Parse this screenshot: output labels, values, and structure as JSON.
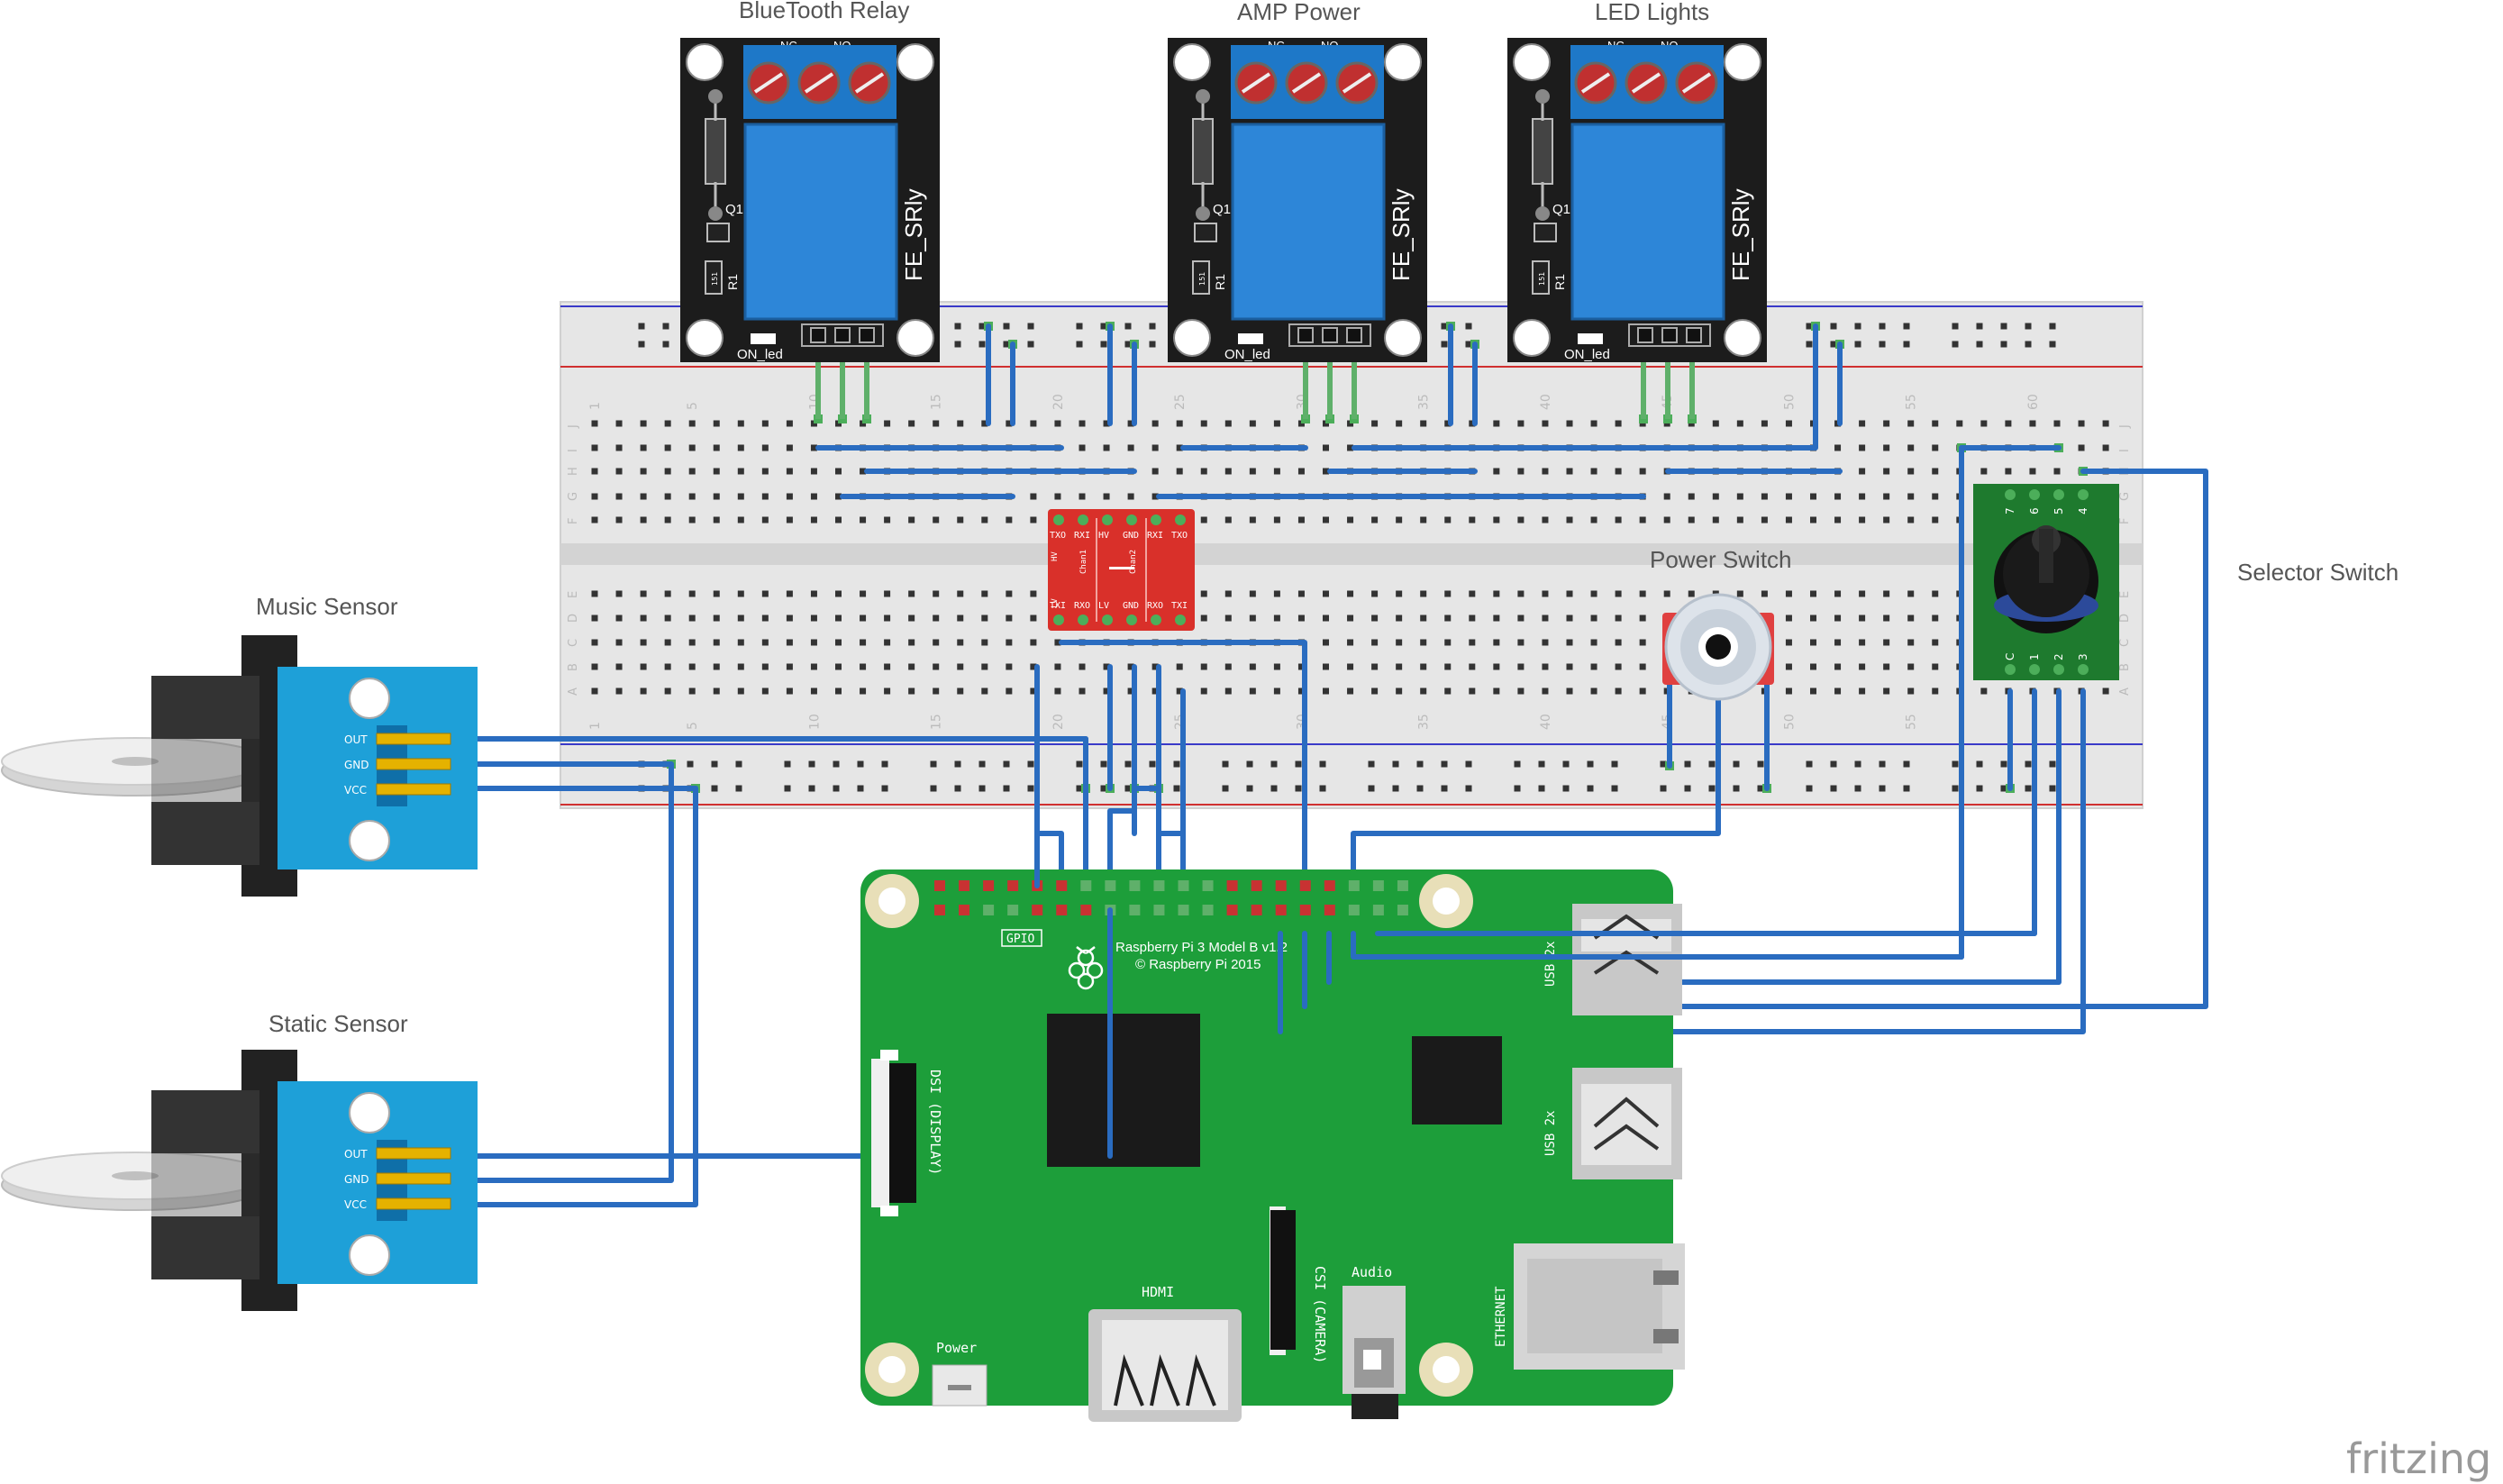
{
  "labels": {
    "bluetooth_relay": "BlueTooth Relay",
    "amp_power": "AMP Power",
    "led_lights": "LED Lights",
    "music_sensor": "Music Sensor",
    "static_sensor": "Static Sensor",
    "power_switch": "Power Switch",
    "selector_switch": "Selector Switch",
    "watermark": "fritzing"
  },
  "relay": {
    "model": "FE_SRly",
    "nc": "NC",
    "no": "NO",
    "q1": "Q1",
    "r1": "R1",
    "r_val": "151",
    "led": "ON_led"
  },
  "sensor_pins": [
    "OUT",
    "GND",
    "VCC"
  ],
  "level_shifter": {
    "top": [
      "TXO",
      "RXI",
      "HV",
      "GND",
      "RXI",
      "TXO"
    ],
    "bottom": [
      "TXI",
      "RXO",
      "LV",
      "GND",
      "RXO",
      "TXI"
    ],
    "chan1": "Chan1",
    "chan2": "Chan2",
    "hv": "HV",
    "lv": "LV"
  },
  "breadboard": {
    "top_numbers": [
      "1",
      "5",
      "10",
      "15",
      "20",
      "25",
      "30",
      "35",
      "40",
      "45",
      "50",
      "55",
      "60"
    ],
    "bottom_numbers": [
      "1",
      "5",
      "10",
      "15",
      "20",
      "25",
      "30",
      "35",
      "40",
      "45",
      "50",
      "55"
    ],
    "row_letters_top": [
      "J",
      "I",
      "H",
      "G",
      "F"
    ],
    "row_letters_bottom": [
      "E",
      "D",
      "C",
      "B",
      "A"
    ]
  },
  "selector": {
    "pins_top": [
      "7",
      "6",
      "5",
      "4"
    ],
    "pins_bottom": [
      "C",
      "1",
      "2",
      "3"
    ]
  },
  "pi": {
    "gpio": "GPIO",
    "model_line1": "Raspberry Pi 3 Model B v1.2",
    "model_line2": "© Raspberry Pi 2015",
    "dsi": "DSI (DISPLAY)",
    "csi": "CSI (CAMERA)",
    "hdmi": "HDMI",
    "audio": "Audio",
    "power": "Power",
    "usb1": "USB 2x",
    "usb2": "USB 2x",
    "ethernet": "ETHERNET"
  },
  "colors": {
    "wire": "#2a6cc0",
    "relay_board": "#1c1c1c",
    "relay_body": "#2d86d8",
    "terminal": "#1e78c8",
    "sensor_board": "#1ea0d8",
    "pi_board": "#1d9e3a",
    "shifter_board": "#d9302a",
    "selector_board": "#1e7a2e",
    "breadboard": "#e9e9e9"
  }
}
